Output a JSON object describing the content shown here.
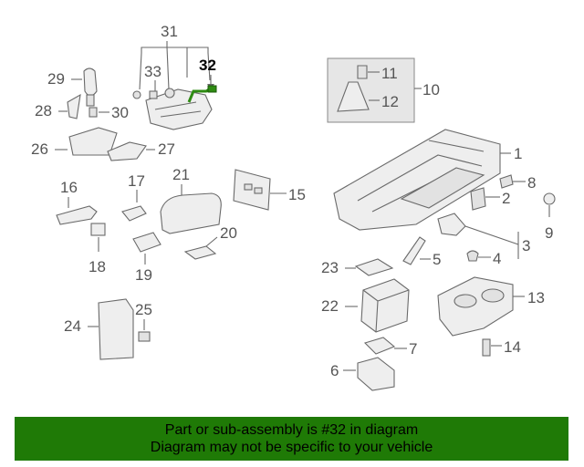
{
  "callouts": {
    "n1": "1",
    "n2": "2",
    "n3": "3",
    "n4": "4",
    "n5": "5",
    "n6": "6",
    "n7": "7",
    "n8": "8",
    "n9": "9",
    "n10": "10",
    "n11": "11",
    "n12": "12",
    "n13": "13",
    "n14": "14",
    "n15": "15",
    "n16": "16",
    "n17": "17",
    "n18": "18",
    "n19": "19",
    "n20": "20",
    "n21": "21",
    "n22": "22",
    "n23": "23",
    "n24": "24",
    "n25": "25",
    "n26": "26",
    "n27": "27",
    "n28": "28",
    "n29": "29",
    "n30": "30",
    "n31": "31",
    "n32": "32",
    "n33": "33"
  },
  "highlight": {
    "part_number": "32",
    "color": "#2e8b12"
  },
  "banner": {
    "line1": "Part or sub-assembly is #32 in diagram",
    "line2": "Diagram may not be specific to your vehicle",
    "background": "#1f7a06"
  }
}
